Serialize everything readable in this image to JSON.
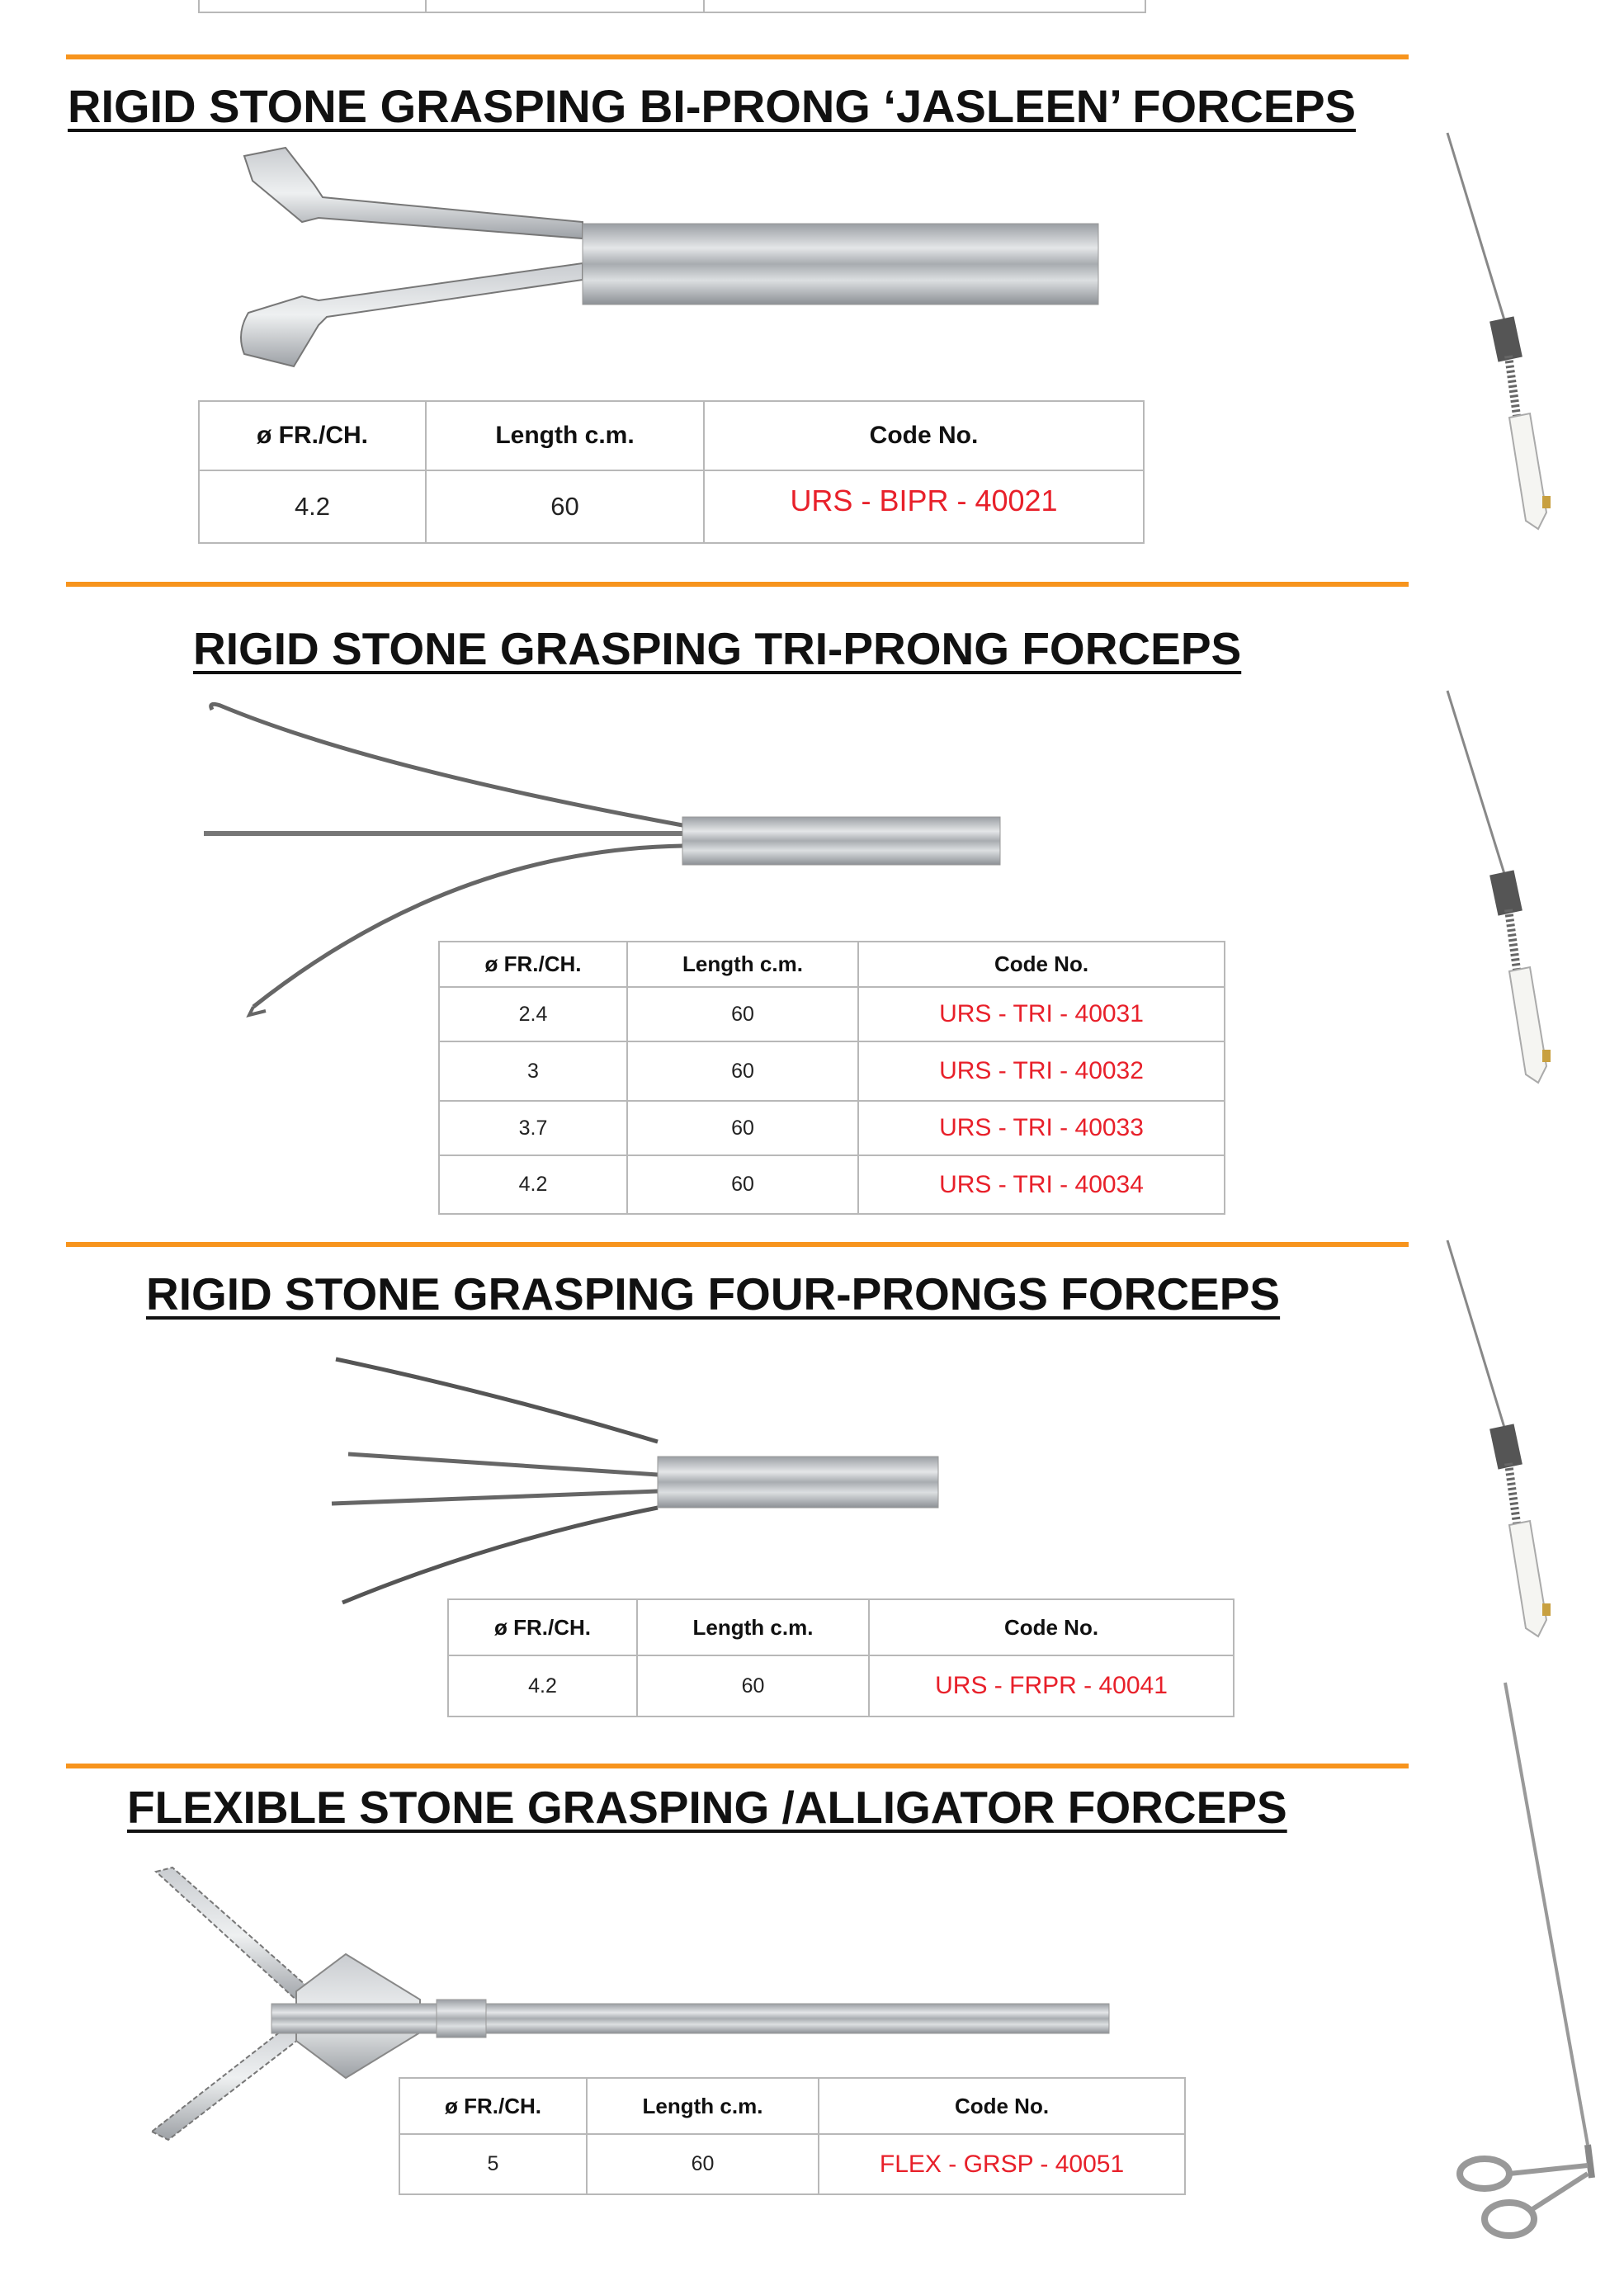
{
  "colors": {
    "accent": "#f7941d",
    "code": "#e8202a"
  },
  "table_headers": {
    "diameter": "ø FR./CH.",
    "length": "Length c.m.",
    "code": "Code No."
  },
  "sections": [
    {
      "title": "RIGID STONE GRASPING BI-PRONG ‘JASLEEN’ FORCEPS",
      "rows": [
        {
          "diameter": "4.2",
          "length": "60",
          "code": "URS - BIPR - 40021"
        }
      ]
    },
    {
      "title": "RIGID STONE GRASPING TRI-PRONG FORCEPS",
      "rows": [
        {
          "diameter": "2.4",
          "length": "60",
          "code": "URS - TRI - 40031"
        },
        {
          "diameter": "3",
          "length": "60",
          "code": "URS - TRI - 40032"
        },
        {
          "diameter": "3.7",
          "length": "60",
          "code": "URS - TRI - 40033"
        },
        {
          "diameter": "4.2",
          "length": "60",
          "code": "URS - TRI - 40034"
        }
      ]
    },
    {
      "title": "RIGID STONE GRASPING FOUR-PRONGS FORCEPS",
      "rows": [
        {
          "diameter": "4.2",
          "length": "60",
          "code": "URS - FRPR - 40041"
        }
      ]
    },
    {
      "title": "FLEXIBLE STONE GRASPING /ALLIGATOR FORCEPS",
      "rows": [
        {
          "diameter": "5",
          "length": "60",
          "code": "FLEX - GRSP - 40051"
        }
      ]
    }
  ]
}
